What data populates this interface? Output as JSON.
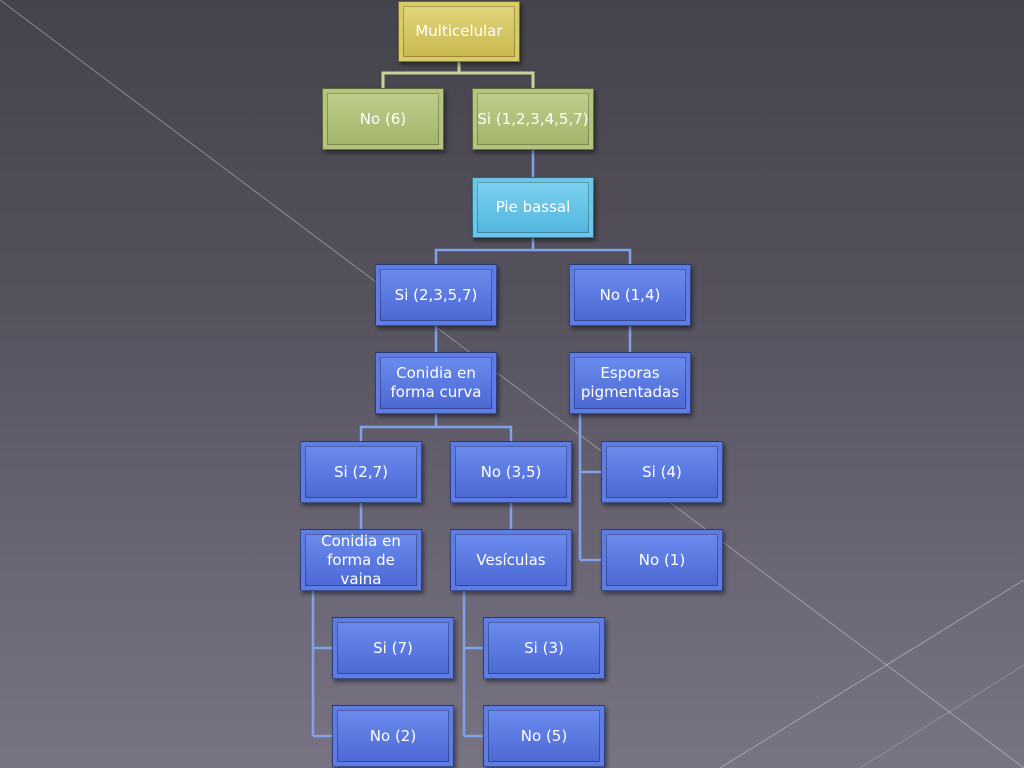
{
  "nodes": {
    "multicelular": "Multicelular",
    "no_6": "No (6)",
    "si_123457": "Si (1,2,3,4,5,7)",
    "pie_bassal": "Pie bassal",
    "si_2357": "Si (2,3,5,7)",
    "no_14": "No (1,4)",
    "conidia_curva": "Conidia en forma curva",
    "esporas": "Esporas pigmentadas",
    "si_27": "Si (2,7)",
    "no_35": "No (3,5)",
    "si_4": "Si (4)",
    "no_1": "No (1)",
    "conidia_vaina": "Conidia en forma de vaina",
    "vesiculas": "Vesículas",
    "si_7": "Si (7)",
    "si_3": "Si (3)",
    "no_2": "No (2)",
    "no_5": "No (5)"
  },
  "colors": {
    "yellow": "#d9cb64",
    "green": "#b3c47c",
    "cyan": "#6ac6ea",
    "blue": "#5d7ce5",
    "connector_green": "#c9d49a",
    "connector_blue": "#7ea3e8"
  }
}
